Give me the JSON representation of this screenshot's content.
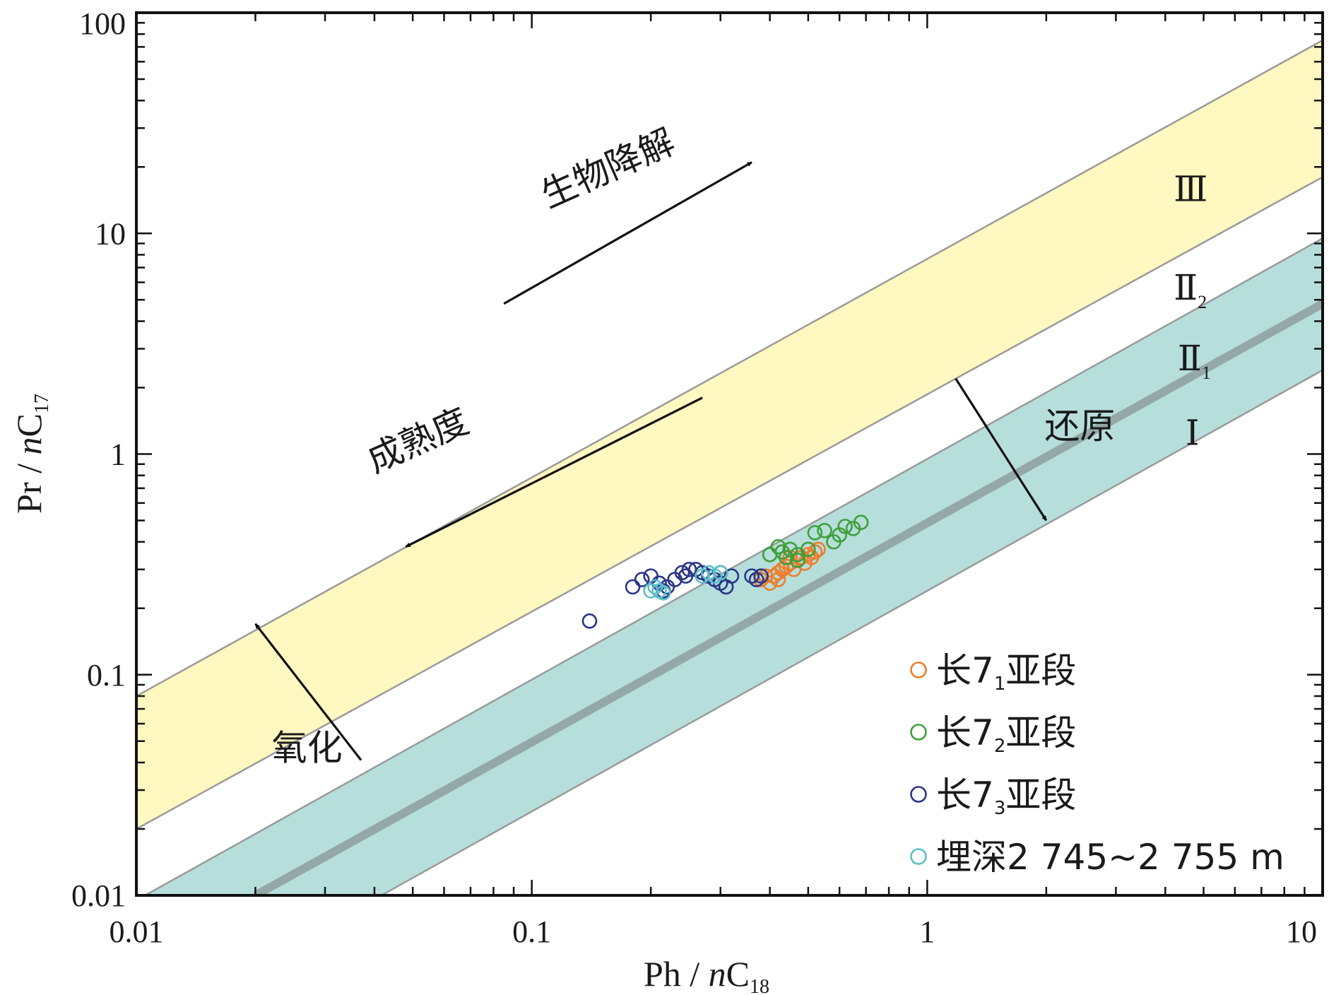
{
  "chart_data": {
    "type": "scatter",
    "x_scale": "log",
    "y_scale": "log",
    "xlim": [
      0.01,
      10
    ],
    "ylim": [
      0.01,
      100
    ],
    "x_ticks": [
      "0.01",
      "0.1",
      "1",
      "10"
    ],
    "y_ticks": [
      "0.01",
      "0.1",
      "1",
      "10",
      "100"
    ],
    "xlabel": {
      "main": "Ph / ",
      "italic": "n",
      "atom": "C",
      "sub": "18"
    },
    "ylabel": {
      "main": "Pr / ",
      "italic": "n",
      "atom": "C",
      "sub": "17"
    },
    "colors": {
      "yellow_band": "#fff8c0",
      "teal_band": "#b6dfdc",
      "band_edge": "#9a9a9a",
      "center_line": "#95a8a8",
      "orange": "#ee7d2b",
      "green": "#3f9f3a",
      "navy": "#2b3587",
      "cyan": "#5bbfc8"
    },
    "bands": [
      {
        "name": "yellow",
        "lower": [
          [
            0.01,
            0.02
          ],
          [
            10,
            18
          ]
        ],
        "upper": [
          [
            0.01,
            0.08
          ],
          [
            10,
            75
          ]
        ]
      },
      {
        "name": "teal",
        "lower": [
          [
            0.01,
            0.0024
          ],
          [
            10,
            2.4
          ]
        ],
        "upper": [
          [
            0.01,
            0.0095
          ],
          [
            10,
            9.5
          ]
        ]
      }
    ],
    "center_line": [
      [
        0.02,
        0.01
      ],
      [
        10,
        4.8
      ]
    ],
    "zones": [
      {
        "label": "Ⅲ",
        "sub": "",
        "x": 4.2,
        "y": 14
      },
      {
        "label": "Ⅱ",
        "sub": "2",
        "x": 4.2,
        "y": 5.0
      },
      {
        "label": "Ⅱ",
        "sub": "1",
        "x": 4.3,
        "y": 2.4
      },
      {
        "label": "Ⅰ",
        "sub": "",
        "x": 4.5,
        "y": 1.1
      }
    ],
    "annotations": [
      {
        "text": "生物降解",
        "x": 0.11,
        "y": 13,
        "rotate": -24
      },
      {
        "text": "成熟度",
        "x": 0.04,
        "y": 0.82,
        "rotate": -24
      },
      {
        "text": "还原",
        "x": 1.98,
        "y": 1.18,
        "rotate": 0
      },
      {
        "text": "氧化",
        "x": 0.022,
        "y": 0.041,
        "rotate": 0
      }
    ],
    "arrows": [
      {
        "from": [
          0.085,
          4.8
        ],
        "to": [
          0.36,
          21
        ]
      },
      {
        "from": [
          0.27,
          1.8
        ],
        "to": [
          0.048,
          0.38
        ]
      },
      {
        "from": [
          1.18,
          2.2
        ],
        "to": [
          2.0,
          0.5
        ]
      },
      {
        "from": [
          0.037,
          0.041
        ],
        "to": [
          0.02,
          0.17
        ]
      }
    ],
    "legend_position": "bottom-right",
    "series": [
      {
        "name": "长7",
        "sub": "1",
        "suffix": "亚段",
        "color": "#ee7d2b",
        "points": [
          [
            0.38,
            0.27
          ],
          [
            0.4,
            0.26
          ],
          [
            0.41,
            0.28
          ],
          [
            0.42,
            0.29
          ],
          [
            0.43,
            0.3
          ],
          [
            0.44,
            0.31
          ],
          [
            0.45,
            0.32
          ],
          [
            0.46,
            0.3
          ],
          [
            0.47,
            0.33
          ],
          [
            0.48,
            0.34
          ],
          [
            0.49,
            0.32
          ],
          [
            0.5,
            0.35
          ],
          [
            0.51,
            0.34
          ],
          [
            0.52,
            0.36
          ],
          [
            0.53,
            0.37
          ],
          [
            0.45,
            0.34
          ],
          [
            0.42,
            0.27
          ],
          [
            0.39,
            0.28
          ]
        ]
      },
      {
        "name": "长7",
        "sub": "2",
        "suffix": "亚段",
        "color": "#3f9f3a",
        "points": [
          [
            0.4,
            0.35
          ],
          [
            0.42,
            0.38
          ],
          [
            0.43,
            0.36
          ],
          [
            0.44,
            0.34
          ],
          [
            0.45,
            0.37
          ],
          [
            0.47,
            0.35
          ],
          [
            0.52,
            0.44
          ],
          [
            0.55,
            0.45
          ],
          [
            0.58,
            0.4
          ],
          [
            0.6,
            0.43
          ],
          [
            0.62,
            0.47
          ],
          [
            0.65,
            0.46
          ],
          [
            0.68,
            0.49
          ],
          [
            0.5,
            0.37
          ],
          [
            0.47,
            0.33
          ]
        ]
      },
      {
        "name": "长7",
        "sub": "3",
        "suffix": "亚段",
        "color": "#2b3587",
        "points": [
          [
            0.14,
            0.175
          ],
          [
            0.18,
            0.25
          ],
          [
            0.19,
            0.27
          ],
          [
            0.2,
            0.28
          ],
          [
            0.21,
            0.26
          ],
          [
            0.215,
            0.24
          ],
          [
            0.22,
            0.25
          ],
          [
            0.23,
            0.27
          ],
          [
            0.24,
            0.29
          ],
          [
            0.245,
            0.28
          ],
          [
            0.25,
            0.3
          ],
          [
            0.26,
            0.3
          ],
          [
            0.27,
            0.29
          ],
          [
            0.28,
            0.28
          ],
          [
            0.29,
            0.27
          ],
          [
            0.3,
            0.26
          ],
          [
            0.31,
            0.25
          ],
          [
            0.3,
            0.29
          ],
          [
            0.32,
            0.28
          ],
          [
            0.36,
            0.28
          ],
          [
            0.37,
            0.27
          ],
          [
            0.38,
            0.28
          ]
        ]
      },
      {
        "name": "埋深2 745~2 755 m",
        "sub": "",
        "suffix": "",
        "color": "#5bbfc8",
        "points": [
          [
            0.2,
            0.24
          ],
          [
            0.205,
            0.25
          ],
          [
            0.21,
            0.24
          ],
          [
            0.215,
            0.235
          ],
          [
            0.27,
            0.28
          ],
          [
            0.28,
            0.29
          ],
          [
            0.29,
            0.28
          ],
          [
            0.3,
            0.29
          ]
        ]
      }
    ]
  }
}
